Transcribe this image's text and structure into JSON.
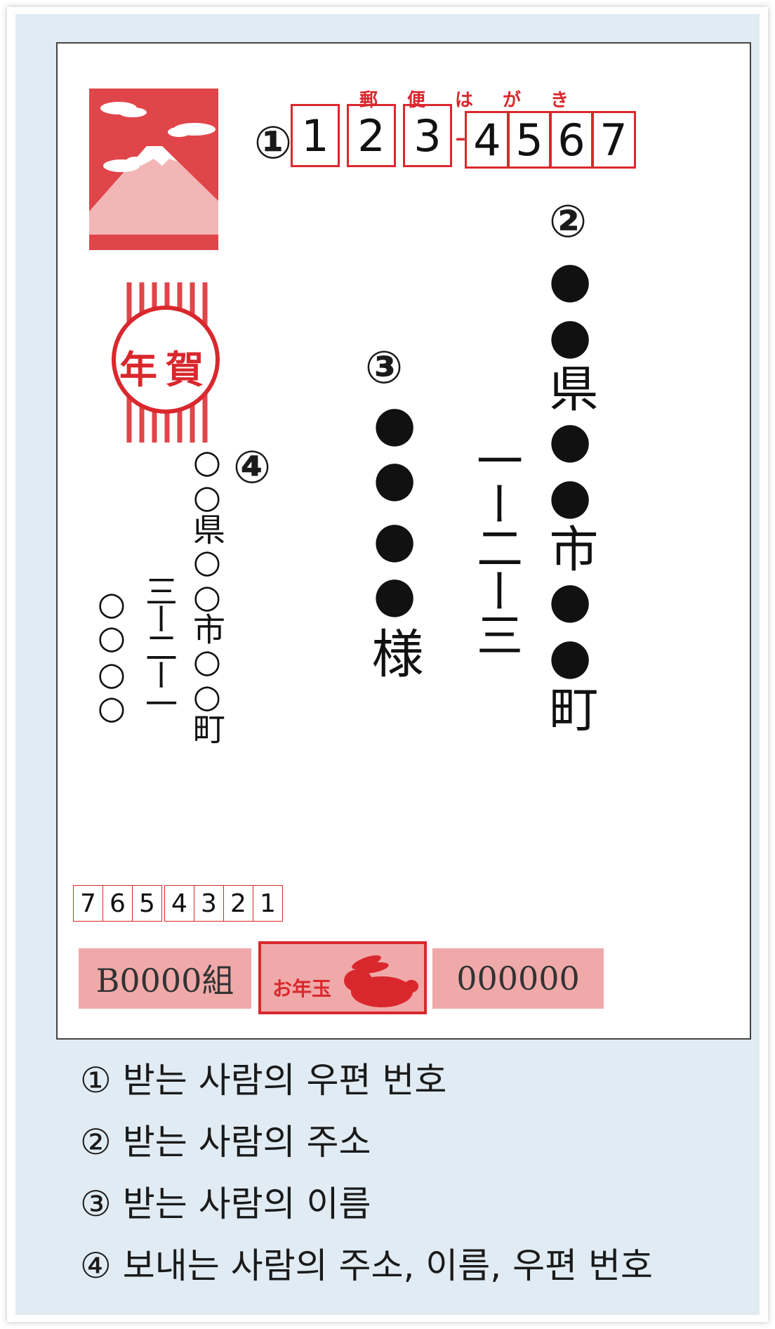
{
  "postcard": {
    "postal_label": [
      "郵",
      "便",
      "は",
      "が",
      "き"
    ],
    "recipient_zip": [
      "1",
      "2",
      "3",
      "4",
      "5",
      "6",
      "7"
    ],
    "zip_dash": "-",
    "markers": {
      "m1": "①",
      "m2": "②",
      "m3": "③",
      "m4": "④"
    },
    "recipient_address_main": "●●県●●市●●町",
    "recipient_address_number": "一ー二ー三",
    "recipient_name_parts": [
      "●●",
      "●●"
    ],
    "honorific": "様",
    "postmark_text": "年賀",
    "sender_address": "○○県○○市○○町",
    "sender_number": "三ー二ー一",
    "sender_name_parts": [
      "○○",
      "○○"
    ],
    "sender_zip": [
      "7",
      "6",
      "5",
      "4",
      "3",
      "2",
      "1"
    ],
    "lottery_group": "B0000組",
    "lottery_center": "お年玉",
    "lottery_number": "000000"
  },
  "legend": [
    {
      "marker": "①",
      "text": "받는 사람의 우편 번호"
    },
    {
      "marker": "②",
      "text": "받는 사람의 주소"
    },
    {
      "marker": "③",
      "text": "받는 사람의 이름"
    },
    {
      "marker": "④",
      "text": "보내는 사람의 주소, 이름, 우편 번호"
    }
  ],
  "colors": {
    "accent_red": "#d9282d",
    "pink": "#f0a9a9",
    "panel_blue": "#e0ebf3"
  },
  "icons": {
    "stamp": "mount-fuji-stamp-icon",
    "postmark": "new-year-postmark-icon",
    "lottery": "rabbit-icon"
  }
}
